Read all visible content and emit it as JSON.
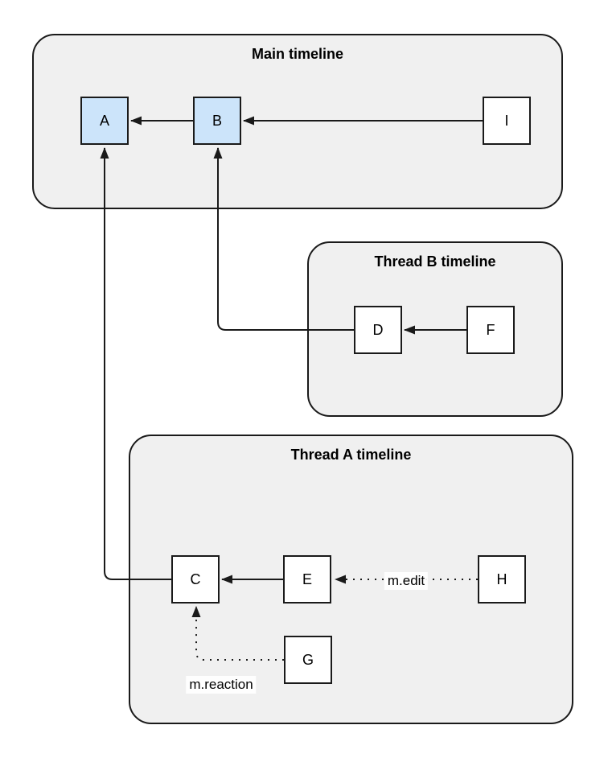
{
  "diagram": {
    "containers": [
      {
        "id": "main",
        "title": "Main timeline"
      },
      {
        "id": "thread-b",
        "title": "Thread B timeline"
      },
      {
        "id": "thread-a",
        "title": "Thread A timeline"
      }
    ],
    "nodes": [
      {
        "id": "A",
        "label": "A",
        "container": "main",
        "highlighted": true
      },
      {
        "id": "B",
        "label": "B",
        "container": "main",
        "highlighted": true
      },
      {
        "id": "I",
        "label": "I",
        "container": "main",
        "highlighted": false
      },
      {
        "id": "D",
        "label": "D",
        "container": "thread-b",
        "highlighted": false
      },
      {
        "id": "F",
        "label": "F",
        "container": "thread-b",
        "highlighted": false
      },
      {
        "id": "C",
        "label": "C",
        "container": "thread-a",
        "highlighted": false
      },
      {
        "id": "E",
        "label": "E",
        "container": "thread-a",
        "highlighted": false
      },
      {
        "id": "H",
        "label": "H",
        "container": "thread-a",
        "highlighted": false
      },
      {
        "id": "G",
        "label": "G",
        "container": "thread-a",
        "highlighted": false
      }
    ],
    "edges": [
      {
        "from": "B",
        "to": "A",
        "style": "solid",
        "label": ""
      },
      {
        "from": "I",
        "to": "B",
        "style": "solid",
        "label": ""
      },
      {
        "from": "F",
        "to": "D",
        "style": "solid",
        "label": ""
      },
      {
        "from": "D",
        "to": "B",
        "style": "solid",
        "label": ""
      },
      {
        "from": "E",
        "to": "C",
        "style": "solid",
        "label": ""
      },
      {
        "from": "C",
        "to": "A",
        "style": "solid",
        "label": ""
      },
      {
        "from": "H",
        "to": "E",
        "style": "dotted",
        "label": "m.edit"
      },
      {
        "from": "G",
        "to": "C",
        "style": "dotted",
        "label": "m.reaction"
      }
    ],
    "edge_labels": [
      {
        "text": "m.edit"
      },
      {
        "text": "m.reaction"
      }
    ],
    "colors": {
      "container_fill": "#f0f0f0",
      "node_fill_default": "#ffffff",
      "node_fill_highlight": "#cce4fa",
      "stroke": "#1a1a1a"
    }
  }
}
